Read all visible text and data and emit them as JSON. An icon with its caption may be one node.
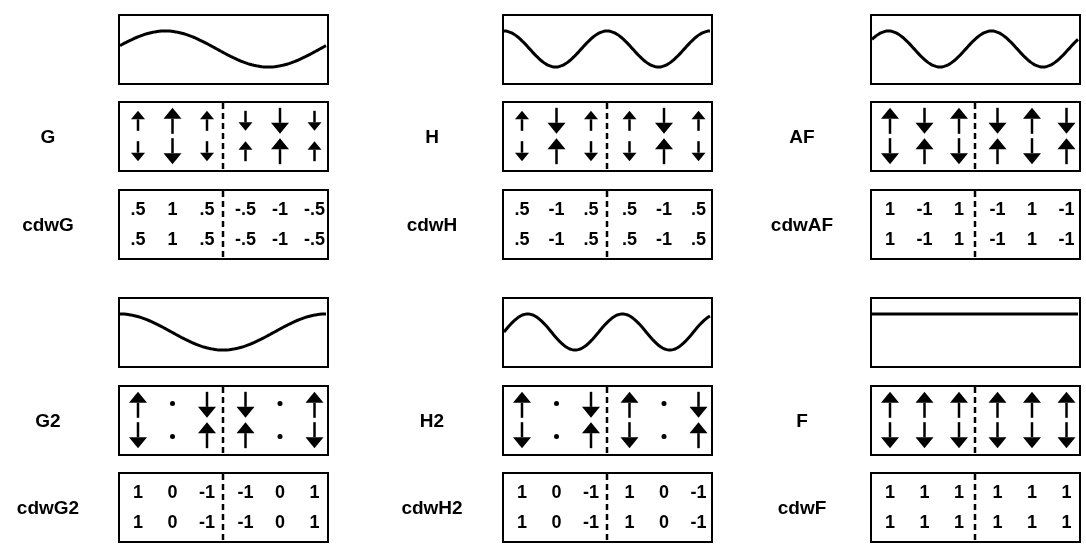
{
  "diagram": {
    "nodes": [
      {
        "text": [],
        "shape": "picture"
      },
      {
        "text": [],
        "shape": "picture",
        "beside": [
          "G"
        ]
      },
      {
        "text": [
          ".5",
          "1",
          ".5",
          "-.5",
          "-1",
          "-.5",
          ".5",
          "1",
          ".5",
          "-.5",
          "-1",
          "-.5"
        ],
        "beside": [
          "cdwG"
        ]
      },
      {
        "text": [],
        "shape": "picture"
      },
      {
        "text": [],
        "shape": "picture",
        "beside": [
          "H"
        ]
      },
      {
        "text": [
          ".5",
          "-1",
          ".5",
          ".5",
          "-1",
          ".5",
          ".5",
          "-1",
          ".5",
          ".5",
          "-1",
          ".5"
        ],
        "beside": [
          "cdwH"
        ]
      },
      {
        "text": [],
        "shape": "picture"
      },
      {
        "text": [],
        "shape": "picture",
        "beside": [
          "AF"
        ]
      },
      {
        "text": [
          "1",
          "-1",
          "1",
          "-1",
          "1",
          "-1",
          "1",
          "-1",
          "1",
          "-1",
          "1",
          "-1"
        ],
        "beside": [
          "cdwAF"
        ]
      },
      {
        "text": [],
        "shape": "picture"
      },
      {
        "text": [],
        "shape": "picture",
        "beside": [
          "G2"
        ]
      },
      {
        "text": [
          "1",
          "0",
          "-1",
          "-1",
          "0",
          "1",
          "1",
          "0",
          "-1",
          "-1",
          "0",
          "1"
        ],
        "beside": [
          "cdwG2"
        ]
      },
      {
        "text": [],
        "shape": "picture"
      },
      {
        "text": [],
        "shape": "picture",
        "beside": [
          "H2"
        ]
      },
      {
        "text": [
          "1",
          "0",
          "-1",
          "1",
          "0",
          "-1",
          "1",
          "0",
          "-1",
          "1",
          "0",
          "-1"
        ],
        "beside": [
          "cdwH2"
        ]
      },
      {
        "text": [],
        "shape": "picture"
      },
      {
        "text": [],
        "shape": "picture",
        "beside": [
          "F"
        ]
      },
      {
        "text": [
          "1",
          "1",
          "1",
          "1",
          "1",
          "1",
          "1",
          "1",
          "1",
          "1",
          "1",
          "1"
        ],
        "beside": [
          "cdwF"
        ]
      }
    ]
  }
}
